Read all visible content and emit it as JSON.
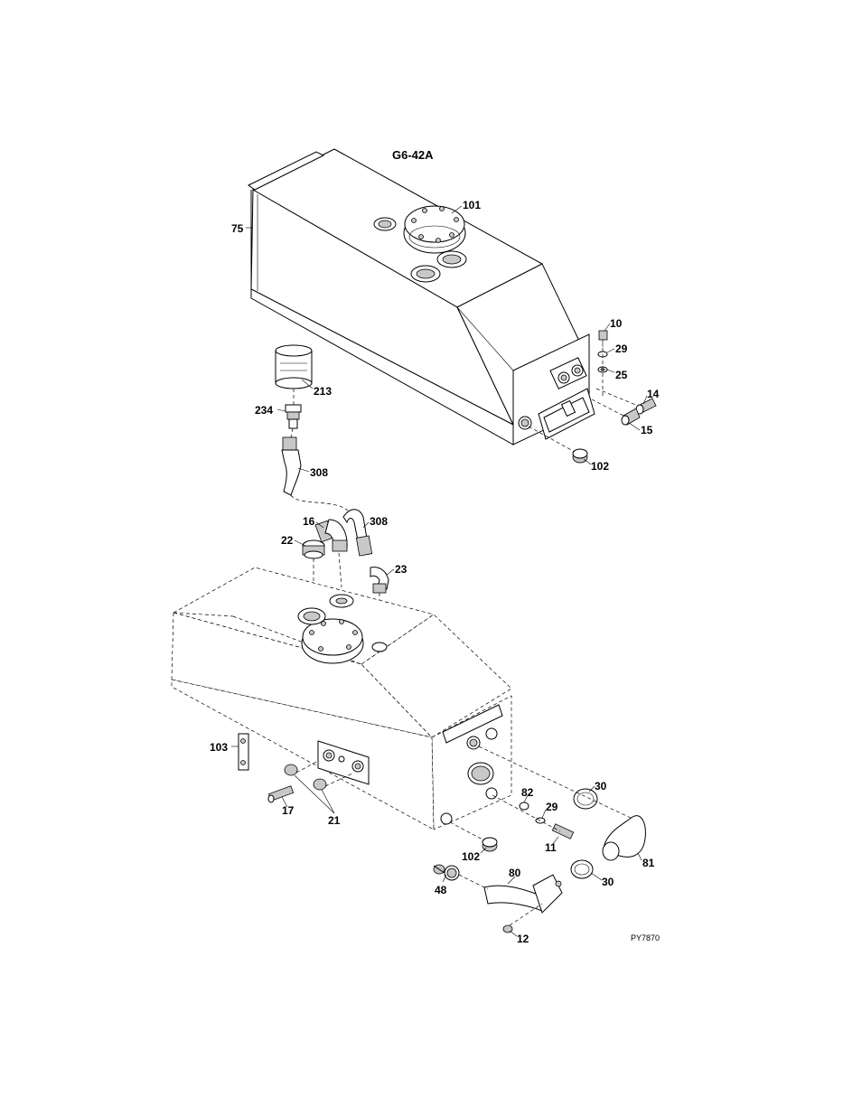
{
  "diagram": {
    "title": "G6-42A",
    "drawing_code": "PY7870"
  },
  "callouts": {
    "c101": "101",
    "c75": "75",
    "c10": "10",
    "c29a": "29",
    "c25": "25",
    "c14": "14",
    "c15": "15",
    "c102a": "102",
    "c213": "213",
    "c234": "234",
    "c308a": "308",
    "c16": "16",
    "c308b": "308",
    "c22": "22",
    "c23": "23",
    "c103": "103",
    "c17": "17",
    "c21": "21",
    "c82": "82",
    "c29b": "29",
    "c30a": "30",
    "c11": "11",
    "c102b": "102",
    "c81": "81",
    "c80": "80",
    "c30b": "30",
    "c48": "48",
    "c12": "12"
  }
}
